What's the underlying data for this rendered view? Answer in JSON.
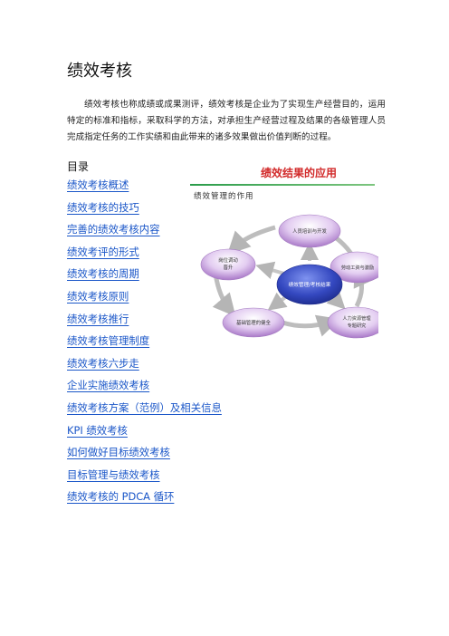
{
  "page": {
    "title": "绩效考核",
    "intro": "绩效考核也称成绩或成果测评，绩效考核是企业为了实现生产经营目的，运用特定的标准和指标，采取科学的方法，对承担生产经营过程及结果的各级管理人员完成指定任务的工作实绩和由此带来的诸多效果做出价值判断的过程。"
  },
  "toc": {
    "heading": "目录",
    "items": [
      "绩效考核概述",
      "绩效考核的技巧",
      "完善的绩效考核内容",
      "绩效考评的形式",
      "绩效考核的周期",
      "绩效考核原则",
      "绩效考核推行",
      "绩效考核管理制度",
      "绩效考核六步走",
      "企业实施绩效考核",
      "绩效考核方案（范例）及相关信息",
      "KPI 绩效考核",
      "如何做好目标绩效考核",
      "目标管理与绩效考核",
      "绩效考核的 PDCA 循环"
    ]
  },
  "figure": {
    "title": "绩效结果的应用",
    "subtitle": "绩效管理的作用",
    "center": "绩效管理/考核结果",
    "nodes": {
      "top": "人员培训与开发",
      "left_top": "岗位调动\n晋升",
      "right_top": "劳动工资与激励",
      "left_bottom": "基础管理的健全",
      "right_bottom": "人力资源管理\n专题研究"
    },
    "colors": {
      "node": "#b98ad6",
      "center": "#2f46b8",
      "arrow": "#b9b9b9",
      "title": "#d22a2a",
      "link": "#1a56c8"
    }
  }
}
